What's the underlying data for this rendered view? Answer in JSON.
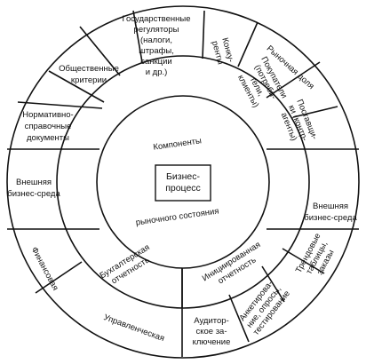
{
  "diagram": {
    "center": [
      "Бизнес-",
      "процесс"
    ],
    "ring_top": "Компоненты",
    "ring_bottom": "рыночного состояния",
    "left_environment": [
      "Внешняя",
      "бизнес-среда"
    ],
    "right_environment": [
      "Внешняя",
      "бизнес-среда"
    ],
    "top_left": {
      "government": [
        "Государственные",
        "регуляторы",
        "(налоги,",
        "штрафы,",
        "санкции",
        "и др.)"
      ],
      "public": [
        "Общественные",
        "критерии"
      ],
      "regulatory": [
        "Нормативно-",
        "справочные",
        "документы"
      ]
    },
    "top_right": {
      "competitors": [
        "Конку-",
        "ренты"
      ],
      "market_share": "Рыночная доля",
      "buyers": [
        "Покупатели",
        "(потреби-",
        "тели,",
        "клиенты)"
      ],
      "suppliers": [
        "Поставщи-",
        "ки (контр-",
        "агенты)"
      ]
    },
    "bottom_left": {
      "financial": "Финансовая",
      "accounting": [
        "Бухгалтерская",
        "отчетность"
      ],
      "management": "Управленческая"
    },
    "bottom_right": {
      "initiated": [
        "Инициированная",
        "отчетность"
      ],
      "trend_tables": [
        "Трендовые",
        "таблицы,",
        "заказы"
      ],
      "surveys": [
        "Анкетирова-",
        "ние, опросы,",
        "тестирование"
      ],
      "audit": [
        "Аудитор-",
        "ское за-",
        "ключение"
      ]
    }
  }
}
